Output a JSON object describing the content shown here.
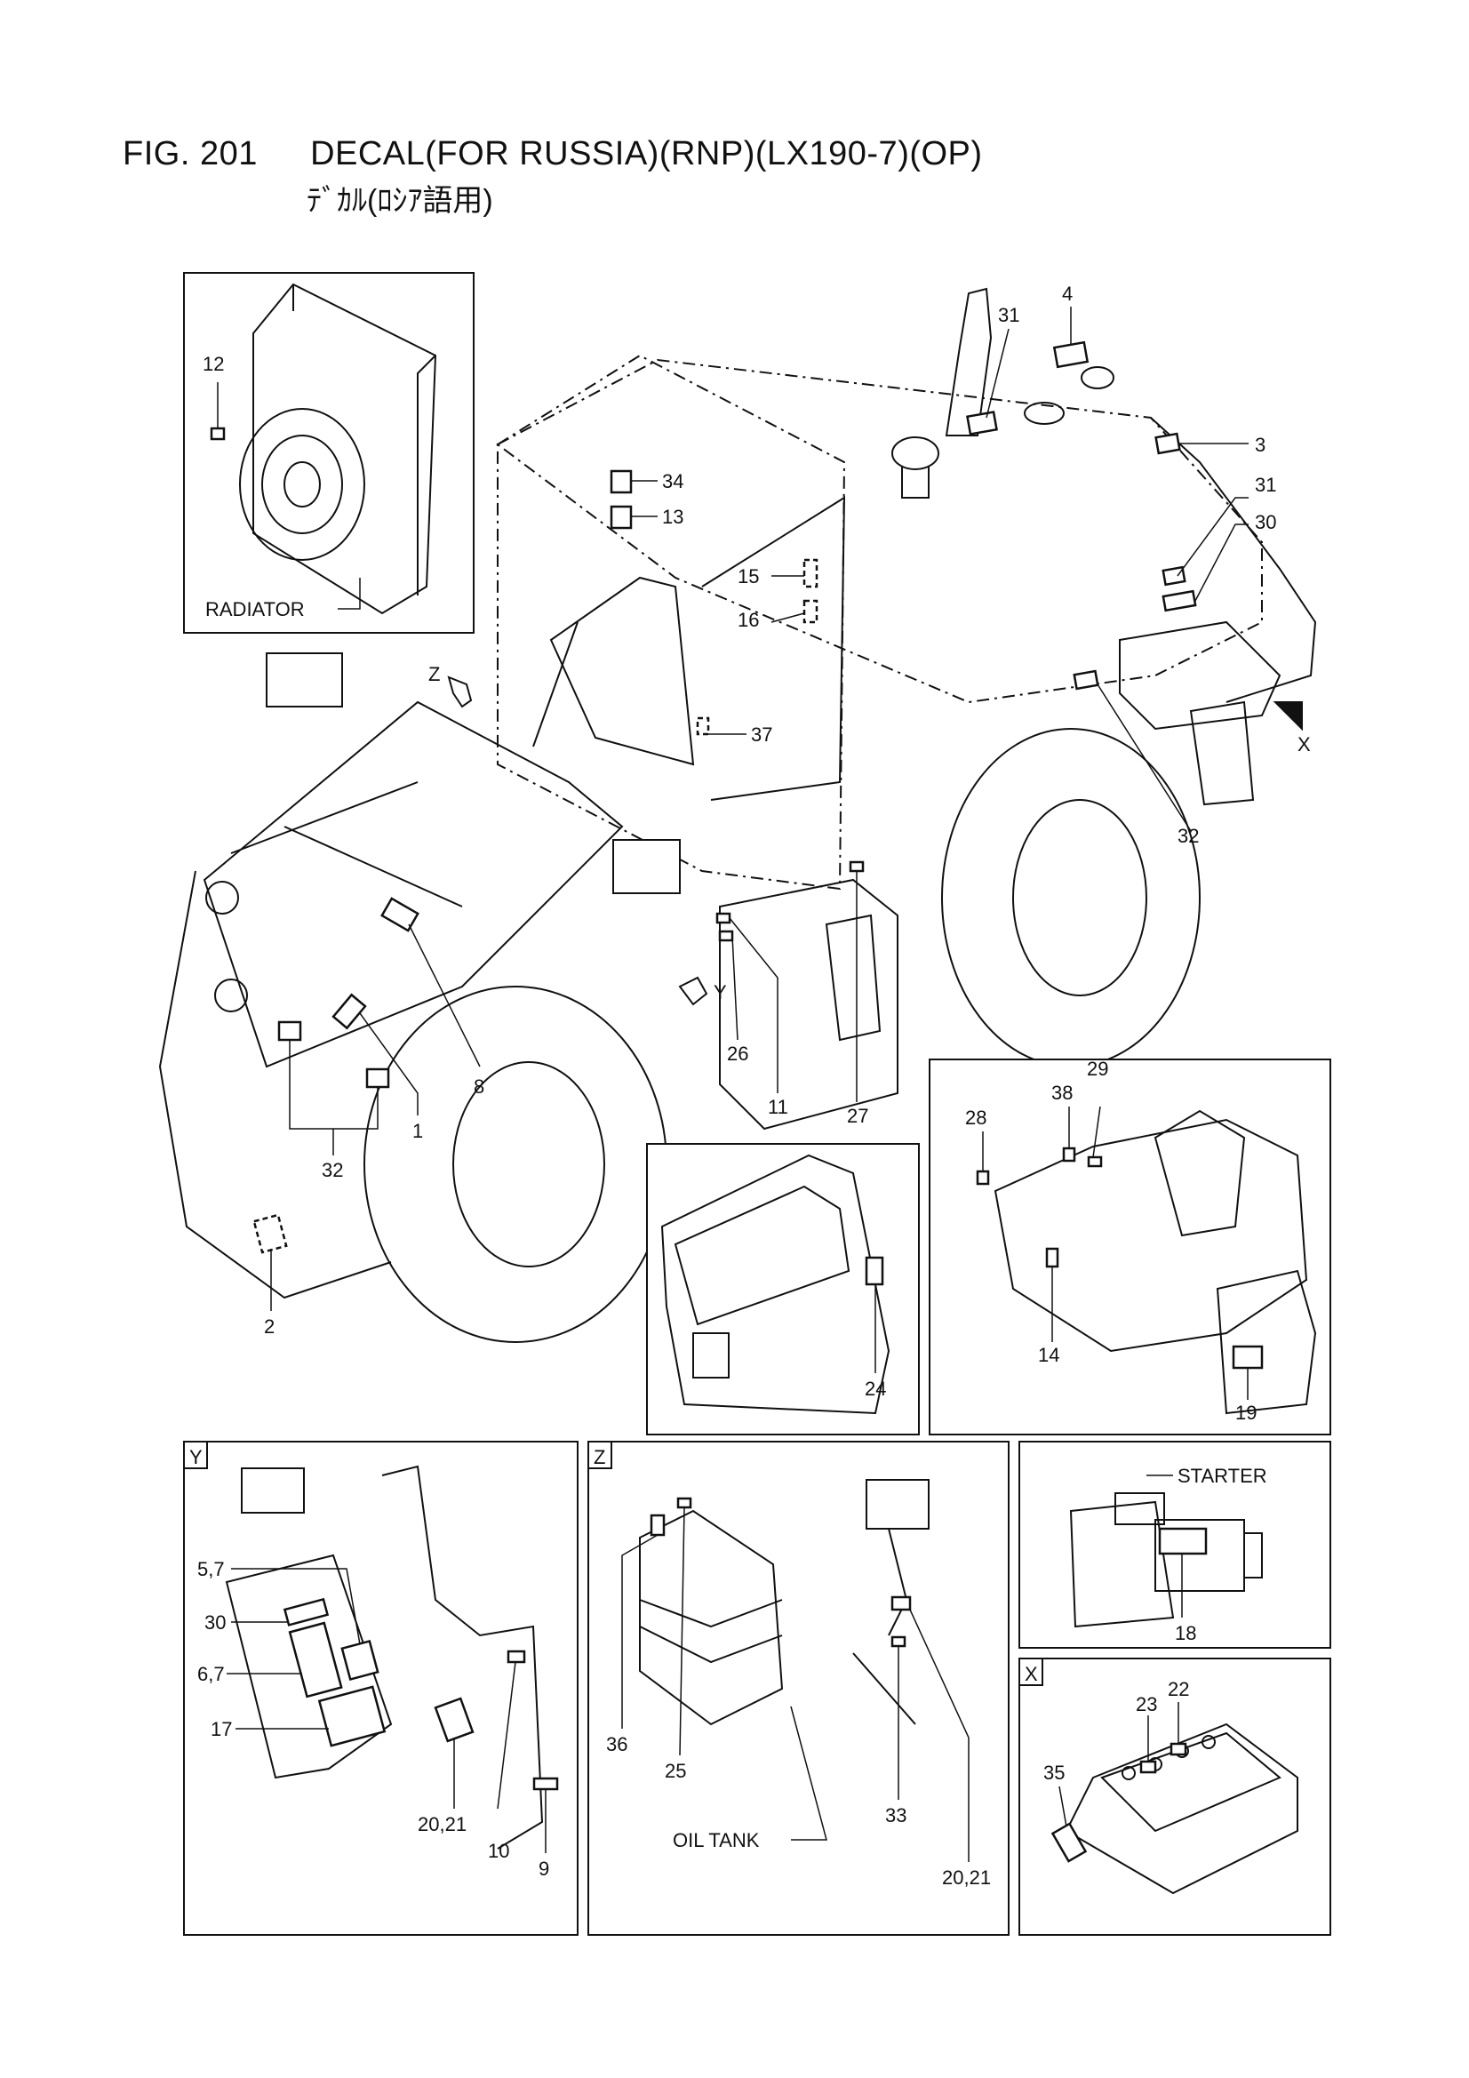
{
  "header": {
    "fig_number": "FIG. 201",
    "title": "DECAL(FOR RUSSIA)(RNP)(LX190-7)(OP)",
    "subtitle": "ﾃﾞｶﾙ(ﾛｼｱ語用)"
  },
  "main_view": {
    "callouts": [
      "1",
      "2",
      "3",
      "4",
      "8",
      "11",
      "13",
      "15",
      "16",
      "26",
      "27",
      "30",
      "31",
      "31",
      "32",
      "32",
      "34",
      "37"
    ],
    "view_markers": [
      "Z",
      "Y",
      "X"
    ]
  },
  "panels": {
    "radiator": {
      "label": "RADIATOR",
      "callouts": [
        "12"
      ]
    },
    "dashboard": {
      "callouts": [
        "24"
      ]
    },
    "cab": {
      "callouts": [
        "28",
        "38",
        "29",
        "14",
        "19"
      ]
    },
    "view_y": {
      "tag": "Y",
      "callouts": [
        "5,7",
        "30",
        "6,7",
        "17",
        "20,21",
        "10",
        "9"
      ]
    },
    "view_z": {
      "tag": "Z",
      "label": "OIL TANK",
      "callouts": [
        "36",
        "25",
        "33",
        "20,21"
      ]
    },
    "starter": {
      "label": "STARTER",
      "callouts": [
        "18"
      ]
    },
    "view_x": {
      "tag": "X",
      "callouts": [
        "22",
        "23",
        "35"
      ]
    }
  }
}
